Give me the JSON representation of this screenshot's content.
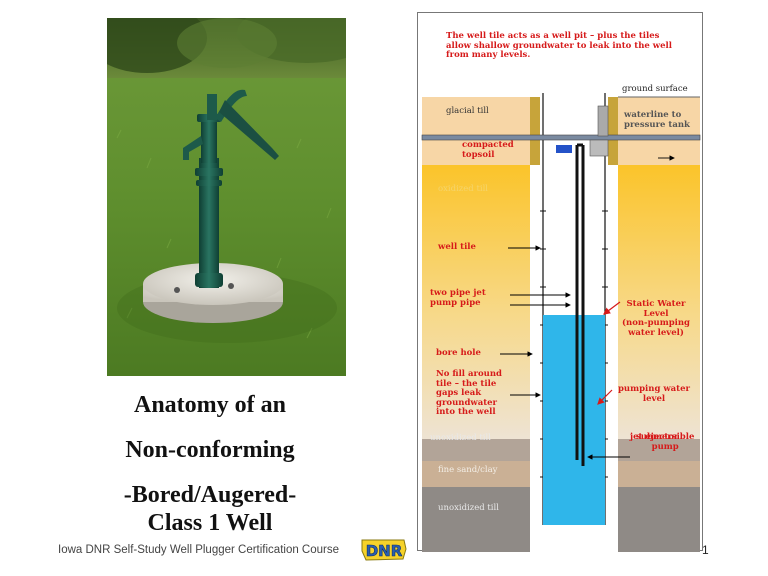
{
  "title": {
    "lines": [
      "Anatomy of an",
      "Non-conforming",
      "-Bored/Augered-",
      "Class 1 Well"
    ]
  },
  "footer": {
    "course": "Iowa DNR Self-Study Well Plugger Certification Course",
    "page_number": "1",
    "logo_text": "DNR"
  },
  "diagram": {
    "caption": [
      "The well tile acts as a well pit – plus the tiles",
      "allow shallow groundwater to leak into the well",
      "from many levels."
    ],
    "layers": {
      "ground_surface": "ground surface",
      "glacial_till": "glacial till",
      "oxidized_till": "oxidized till",
      "unoxidized_till_upper": "unoxidized till",
      "fine_sand_clay": "fine sand/clay",
      "unoxidized_till_lower": "unoxidized till"
    },
    "labels": {
      "waterline": [
        "waterline to",
        "pressure tank"
      ],
      "compacted_topsoil": [
        "compacted",
        "topsoil"
      ],
      "well_tile": "well tile",
      "pump_pipe": [
        "two pipe jet",
        "pump pipe"
      ],
      "static_water": [
        "Static Water",
        "Level",
        "(non-pumping",
        "water level)"
      ],
      "bore_hole": "bore hole",
      "no_fill": [
        "No fill around",
        "tile – the tile",
        "gaps leak",
        "groundwater",
        "into the well"
      ],
      "pumping_water": [
        "pumping water",
        "level"
      ],
      "jet_ejector": "jet ejector",
      "submersible_pump": [
        "submersible",
        "pump"
      ]
    },
    "colors": {
      "glacial_till": "#f7d6a6",
      "oxidized_top": "#fbc42a",
      "oxidized_bottom": "#f0dfc8",
      "unoxidized": "#b2a498",
      "fine_sand": "#cab095",
      "lower_till": "#8f8a86",
      "water": "#2fb6ea",
      "label_red": "#d61a1a"
    }
  }
}
